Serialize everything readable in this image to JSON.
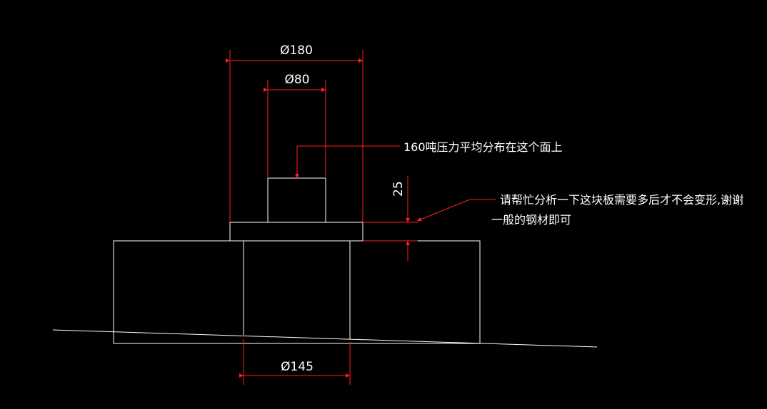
{
  "dimensions": {
    "top_diameter": "Ø180",
    "inner_diameter": "Ø80",
    "plate_thickness": "25",
    "bottom_diameter": "Ø145"
  },
  "notes": {
    "load": "160吨压力平均分布在这个面上",
    "question_line1": "请帮忙分析一下这块板需要多后才不会变形,谢谢",
    "question_line2": "一般的钢材即可"
  },
  "colors": {
    "background": "#000000",
    "outline": "#ffffff",
    "dimension": "#ff2020",
    "text": "#ffffff"
  }
}
